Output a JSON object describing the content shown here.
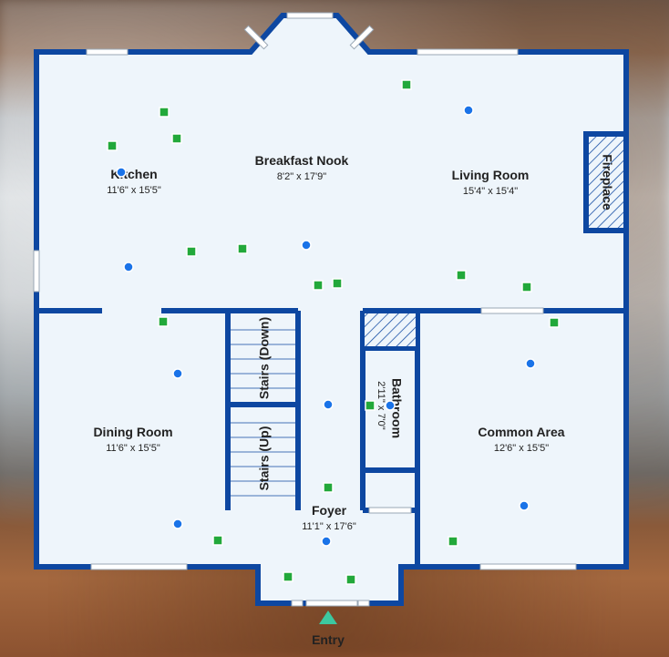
{
  "rooms": {
    "kitchen": {
      "name": "Kitchen",
      "dims": "11'6\" x 15'5\""
    },
    "breakfast_nook": {
      "name": "Breakfast Nook",
      "dims": "8'2\" x 17'9\""
    },
    "living_room": {
      "name": "Living Room",
      "dims": "15'4\" x 15'4\""
    },
    "fireplace": {
      "name": "Fireplace"
    },
    "dining_room": {
      "name": "Dining Room",
      "dims": "11'6\" x 15'5\""
    },
    "stairs_down": {
      "name": "Stairs (Down)"
    },
    "stairs_up": {
      "name": "Stairs (Up)"
    },
    "bathroom": {
      "name": "Bathroom",
      "dims": "2'11\" x 7'0\""
    },
    "common_area": {
      "name": "Common Area",
      "dims": "12'6\" x 15'5\""
    },
    "foyer": {
      "name": "Foyer",
      "dims": "11'1\" x 17'6\""
    }
  },
  "entry": {
    "label": "Entry"
  },
  "colors": {
    "wall": "#0d47a1",
    "floor": "#eef5fb",
    "blue_marker": "#1a73e8",
    "green_marker": "#22a83a",
    "entry_arrow": "#3cc8a0"
  }
}
